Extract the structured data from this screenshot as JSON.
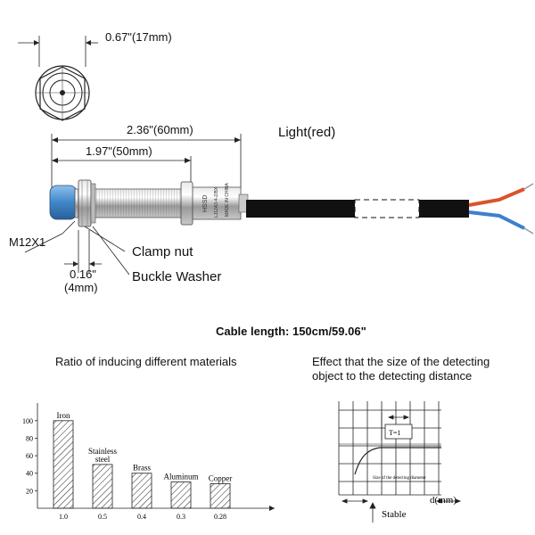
{
  "dimensions": {
    "diameter": "0.67\"(17mm)",
    "total_length": "2.36\"(60mm)",
    "thread_length": "1.97\"(50mm)",
    "thread": "M12X1",
    "washer_thickness": "0.16\"",
    "washer_thickness_mm": "(4mm)"
  },
  "parts": {
    "light": "Light(red)",
    "clamp_nut": "Clamp nut",
    "buckle_washer": "Buckle Washer"
  },
  "body_print": [
    "LJ12A3-4-Z/BX",
    "HSSD",
    "MADE IN CHINA"
  ],
  "cable": {
    "label": "Cable length:",
    "value": "150cm/59.06\""
  },
  "materials_panel": {
    "title": "Ratio of inducing different materials",
    "chart_data": {
      "type": "bar",
      "categories": [
        "Iron",
        "Stainless steel",
        "Brass",
        "Aluminum",
        "Copper"
      ],
      "ratio_labels": [
        "1.0",
        "0.5",
        "0.4",
        "0.3",
        "0.28"
      ],
      "values": [
        100,
        50,
        40,
        30,
        28
      ],
      "yticks": [
        20,
        40,
        60,
        80,
        100
      ],
      "ylim": [
        0,
        110
      ]
    }
  },
  "distance_panel": {
    "title_line1": "Effect that the size of the detecting",
    "title_line2": "object to the detecting distance",
    "inner_label": "Size of the detecting diameter",
    "t_label": "T=1",
    "x_label": "d(mm)",
    "stable_label": "Stable"
  },
  "colors": {
    "sensor_cap": "#3f86c8",
    "wire_red": "#d9542c",
    "wire_blue": "#3f7fcf",
    "cable": "#111111"
  }
}
